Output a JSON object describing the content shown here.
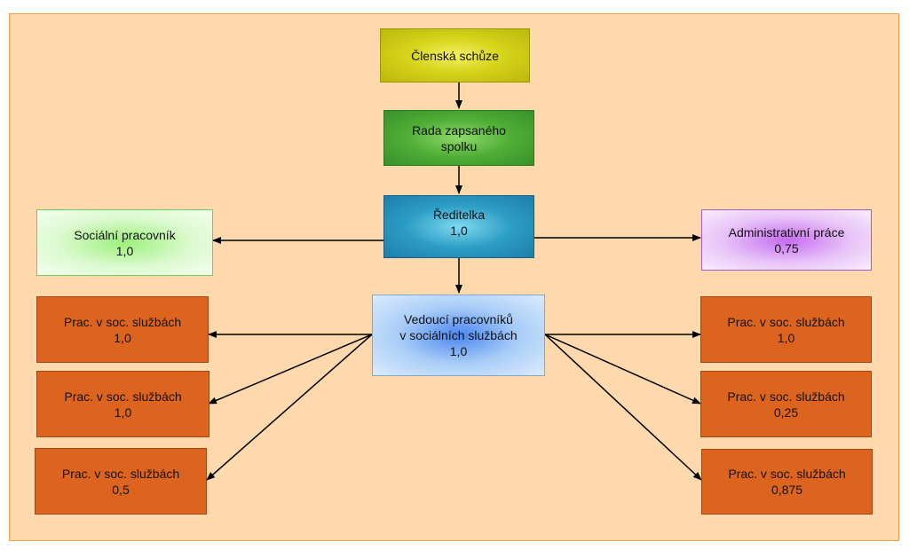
{
  "org_chart": {
    "member_meeting": {
      "title": "Členská schůze"
    },
    "board": {
      "line1": "Rada zapsaného",
      "line2": "spolku"
    },
    "director": {
      "title": "Ředitelka",
      "fte": "1,0"
    },
    "social_worker": {
      "title": "Sociální pracovník",
      "fte": "1,0"
    },
    "admin": {
      "title": "Administrativní práce",
      "fte": "0,75"
    },
    "head_of_workers": {
      "line1": "Vedoucí pracovníků",
      "line2": "v sociálních službách",
      "fte": "1,0"
    },
    "workers_left": [
      {
        "title": "Prac. v soc. službách",
        "fte": "1,0"
      },
      {
        "title": "Prac. v soc. službách",
        "fte": "1,0"
      },
      {
        "title": "Prac. v soc. službách",
        "fte": "0,5"
      }
    ],
    "workers_right": [
      {
        "title": "Prac. v soc. službách",
        "fte": "1,0"
      },
      {
        "title": "Prac. v soc. službách",
        "fte": "0,25"
      },
      {
        "title": "Prac. v soc. službách",
        "fte": "0,875"
      }
    ]
  },
  "colors": {
    "background": "#fdd9ad",
    "member_meeting": "#d6d41a",
    "board": "#4fae35",
    "director": "#2c9dc4",
    "social_worker": "#9cf07c",
    "admin": "#c56cf0",
    "head_of_workers": "#4b86f0",
    "worker": "#dd641e",
    "connector": "#000000"
  }
}
